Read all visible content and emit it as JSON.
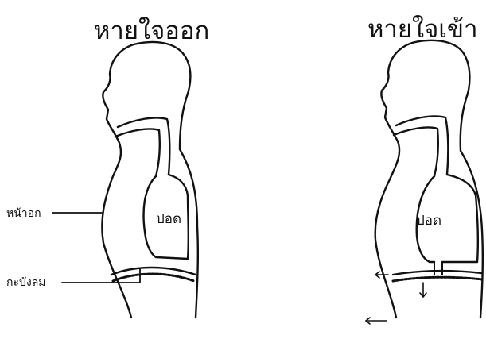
{
  "diagram": {
    "panels": [
      {
        "title": "หายใจออก",
        "lung_label": "ปอด"
      },
      {
        "title": "หายใจเข้า",
        "lung_label": "ปอด"
      }
    ],
    "callouts": {
      "chest": "หน้าอก",
      "diaphragm": "กะบังลม"
    },
    "colors": {
      "ink": "#111111",
      "background": "#ffffff"
    },
    "icons": [
      "left-arrow-icon",
      "down-arrow-icon"
    ]
  }
}
